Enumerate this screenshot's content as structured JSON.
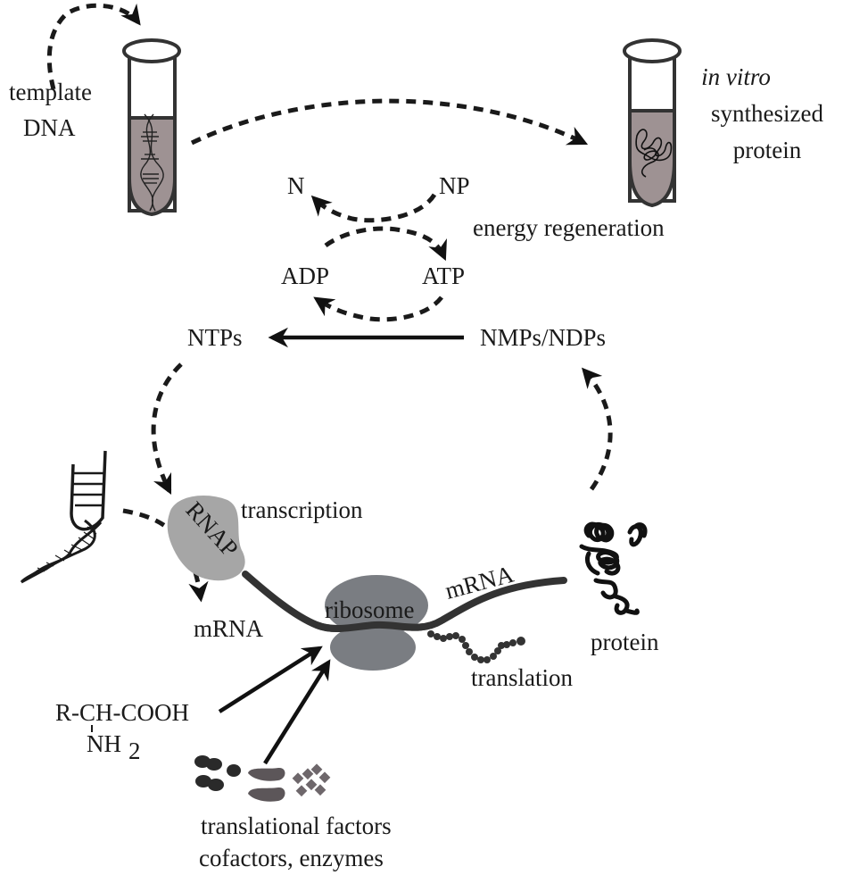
{
  "title": "Cell-free protein synthesis workflow",
  "colors": {
    "liquid": "#9e9293",
    "rnap": "#a6a6a6",
    "ribosome": "#7a7d82",
    "mrna": "#333333",
    "factor_dark": "#2a2a2a",
    "factor_mid": "#5c5659",
    "factor_light": "#6e676b"
  },
  "labels": {
    "template_line1": "template",
    "template_line2": "DNA",
    "in_vitro": "in vitro",
    "synthesized": "synthesized",
    "protein_top": "protein",
    "n": "N",
    "np": "NP",
    "energy_regeneration": "energy regeneration",
    "adp": "ADP",
    "atp": "ATP",
    "ntps": "NTPs",
    "nmps_ndps": "NMPs/NDPs",
    "rnap": "RNAP",
    "transcription": "transcription",
    "mrna_left": "mRNA",
    "mrna_strand": "mRNA",
    "ribosome": "ribosome",
    "protein_bottom": "protein",
    "translation": "translation",
    "amino_acid_main": "R-CH-COOH",
    "amino_acid_nh": "NH",
    "amino_acid_sub": "2",
    "factors_line1": "translational factors",
    "factors_line2": "cofactors, enzymes"
  },
  "icons": {
    "tube_left": "test-tube-dna-icon",
    "tube_right": "test-tube-protein-icon",
    "dna_helix": "dna-helix-icon",
    "protein_coil": "protein-coil-icon",
    "factors": "translation-factors-icon"
  }
}
